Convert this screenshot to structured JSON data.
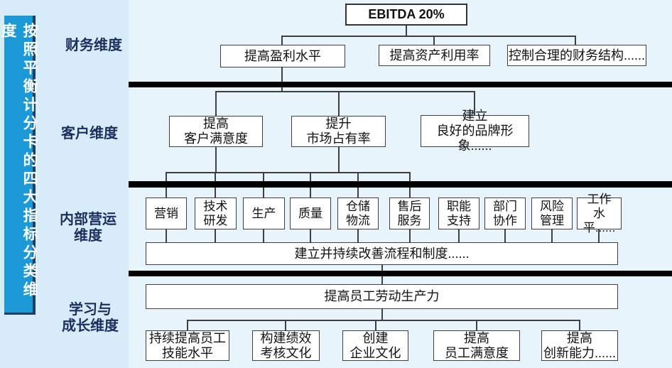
{
  "banner": {
    "text": "按照平衡计分卡的四大指标分类维度"
  },
  "section_labels": [
    {
      "label": "财务维度"
    },
    {
      "label": "客户维度"
    },
    {
      "label": "内部营运\n维度"
    },
    {
      "label": "学习与\n成长维度"
    }
  ],
  "finance": {
    "root": "EBITDA 20%",
    "children": [
      "提高盈利水平",
      "提高资产利用率",
      "控制合理的财务结构......"
    ]
  },
  "customer": {
    "children": [
      "提高\n客户满意度",
      "提升\n市场占有率",
      "建立\n良好的品牌形象......"
    ]
  },
  "operations": {
    "boxes": [
      "营销",
      "技术\n研发",
      "生产",
      "质量",
      "仓储\n物流",
      "售后\n服务",
      "职能\n支持",
      "部门\n协作",
      "风险\n管理",
      "工作\n水平......"
    ],
    "process": "建立并持续改善流程和制度......"
  },
  "learning": {
    "root": "提高员工劳动生产力",
    "children": [
      "持续提高员工\n技能水平",
      "构建绩效\n考核文化",
      "创建\n企业文化",
      "提高\n员工满意度",
      "提高\n创新能力......"
    ]
  },
  "colors": {
    "banner_blue": "#1b98d6",
    "label_navy": "#1b2f5f",
    "panel_blue": "#e8f4fc",
    "page_blue": "#d8ebf8",
    "divider_black": "#000000",
    "line_gray": "#3f3f3f"
  }
}
